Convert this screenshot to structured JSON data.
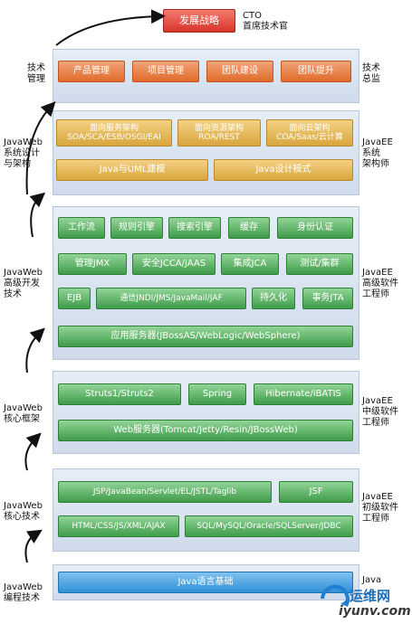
{
  "top": {
    "box": "发展战略",
    "role_line1": "CTO",
    "role_line2": "首席技术官"
  },
  "tech_mgmt": {
    "left_label": [
      "技术",
      "管理"
    ],
    "right_label": [
      "技术",
      "总监"
    ],
    "boxes": [
      "产品管理",
      "项目管理",
      "团队建设",
      "团队提升"
    ]
  },
  "arch": {
    "left_label": [
      "JavaWeb",
      "系统设计",
      "与架构"
    ],
    "right_label": [
      "JavaEE",
      "系统",
      "架构师"
    ],
    "boxes_top": [
      {
        "line1": "面向服务架构",
        "line2": "SOA/SCA/ESB/OSGI/EAI"
      },
      {
        "line1": "面向资源架构",
        "line2": "ROA/REST"
      },
      {
        "line1": "面向云架构",
        "line2": "COA/Saas/云计算"
      }
    ],
    "boxes_bottom": [
      "Java与UML建模",
      "Java设计模式"
    ]
  },
  "advanced": {
    "left_label": [
      "JavaWeb",
      "高级开发",
      "技术"
    ],
    "right_label": [
      "JavaEE",
      "高级软件",
      "工程师"
    ],
    "row1": [
      "工作流",
      "规则引擎",
      "搜索引擎",
      "缓存",
      "身份认证"
    ],
    "row2": [
      "管理JMX",
      "安全JCCA/JAAS",
      "集成JCA",
      "测试/集群"
    ],
    "row3": [
      "EJB",
      "通信JNDI/JMS/JavaMail/JAF",
      "持久化",
      "事务JTA"
    ],
    "row4": "应用服务器(JBossAS/WebLogic/WebSphere)"
  },
  "framework": {
    "left_label": [
      "JavaWeb",
      "核心框架"
    ],
    "right_label": [
      "JavaEE",
      "中级软件",
      "工程师"
    ],
    "row1": [
      "Struts1/Struts2",
      "Spring",
      "Hibernate/iBATIS"
    ],
    "row2": "Web服务器(Tomcat/Jetty/Resin/JBossWeb)"
  },
  "core": {
    "left_label": [
      "JavaWeb",
      "核心技术"
    ],
    "right_label": [
      "JavaEE",
      "初级软件",
      "工程师"
    ],
    "row1": [
      "JSP/JavaBean/Servlet/EL/JSTL/Taglib",
      "JSF"
    ],
    "row2": [
      "HTML/CSS/JS/XML/AJAX",
      "SQL/MySQL/Oracle/SQLServer/JDBC"
    ]
  },
  "basic": {
    "left_label": [
      "JavaWeb",
      "编程技术"
    ],
    "right_label": [
      "Java"
    ],
    "box": "Java语言基础"
  },
  "watermark": {
    "text": "运维网",
    "url": "iyunv.com"
  }
}
